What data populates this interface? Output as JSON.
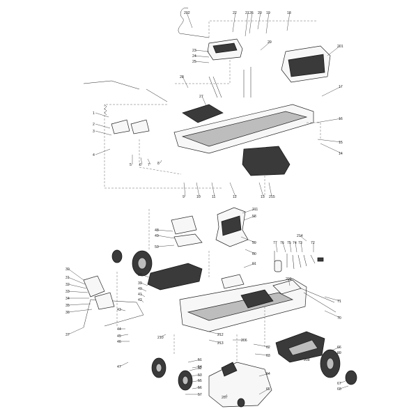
{
  "labels": [
    "202",
    "22",
    "20",
    "21",
    "26",
    "19",
    "18",
    "23",
    "24",
    "25",
    "29",
    "201",
    "28",
    "27",
    "17",
    "1",
    "2",
    "3",
    "4",
    "5",
    "6",
    "7",
    "8",
    "9",
    "10",
    "11",
    "12",
    "13",
    "14",
    "15",
    "16",
    "215",
    "211",
    "58",
    "48",
    "49",
    "50",
    "59",
    "60",
    "61",
    "214",
    "77",
    "76",
    "75",
    "74",
    "73",
    "72",
    "71",
    "70",
    "30",
    "31",
    "32",
    "33",
    "34",
    "35",
    "36",
    "37",
    "38",
    "39",
    "40",
    "41",
    "42",
    "43",
    "44",
    "45",
    "46",
    "47",
    "51",
    "52",
    "53",
    "54",
    "55",
    "56",
    "57",
    "62",
    "63",
    "64",
    "65",
    "66",
    "67",
    "68",
    "69",
    "206",
    "207",
    "208",
    "209",
    "210",
    "212",
    "213"
  ]
}
